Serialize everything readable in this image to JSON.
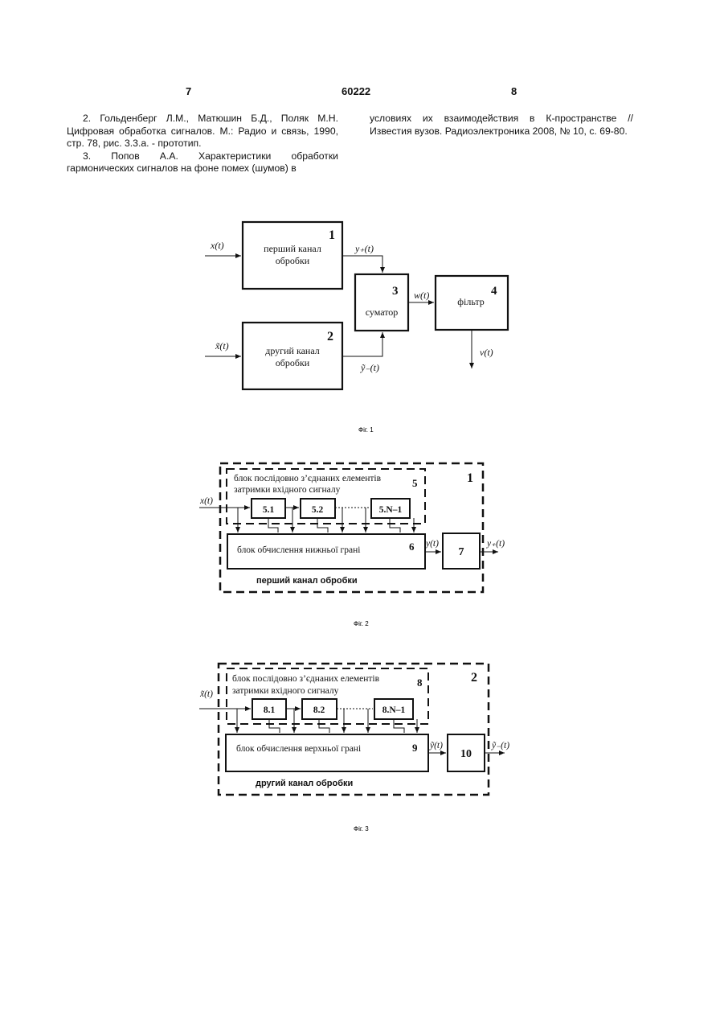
{
  "header": {
    "left_page": "7",
    "patent_number": "60222",
    "right_page": "8"
  },
  "references": {
    "ref2": "2. Гольденберг Л.М., Матюшин Б.Д., Поляк М.Н. Цифровая обработка сигналов. М.: Радио и связь, 1990, стр. 78, рис. 3.3.а. - прототип.",
    "ref3": "3. Попов А.А. Характеристики обработки гармонических сигналов на фоне помех (шумов) в",
    "ref3_cont": "условиях их взаимодействия в К-пространстве // Известия вузов. Радиоэлектроника 2008, № 10, с. 69-80."
  },
  "fig1": {
    "caption": "Фіг. 1",
    "input1": "x(t)",
    "input2": "x̃(t)",
    "block1": {
      "num": "1",
      "line1": "перший канал",
      "line2": "обробки"
    },
    "block2": {
      "num": "2",
      "line1": "другий канал",
      "line2": "обробки"
    },
    "block3": {
      "num": "3",
      "label": "суматор"
    },
    "block4": {
      "num": "4",
      "label": "фільтр"
    },
    "sig_y_plus": "y₊(t)",
    "sig_y_minus": "ỹ₋(t)",
    "sig_w": "w(t)",
    "sig_v": "v(t)"
  },
  "fig2": {
    "caption": "Фіг. 2",
    "outer_num": "1",
    "delay_block_line1": "блок послідовно з’єднаних елементів",
    "delay_block_line2": "затримки вхідного сигналу",
    "delay_num": "5",
    "cells": [
      "5.1",
      "5.2",
      "5.N–1"
    ],
    "input": "x(t)",
    "calc_label": "блок обчислення нижньої грані",
    "calc_num": "6",
    "sig_y": "y(t)",
    "block7": "7",
    "output": "y₊(t)",
    "channel_label": "перший канал обробки"
  },
  "fig3": {
    "caption": "Фіг. 3",
    "outer_num": "2",
    "delay_block_line1": "блок послідовно з’єднаних елементів",
    "delay_block_line2": "затримки вхідного сигналу",
    "delay_num": "8",
    "cells": [
      "8.1",
      "8.2",
      "8.N–1"
    ],
    "input": "x̃(t)",
    "calc_label": "блок обчислення верхньої грані",
    "calc_num": "9",
    "sig_y": "ỹ(t)",
    "block10": "10",
    "output": "ỹ₋(t)",
    "channel_label": "другий канал обробки"
  }
}
